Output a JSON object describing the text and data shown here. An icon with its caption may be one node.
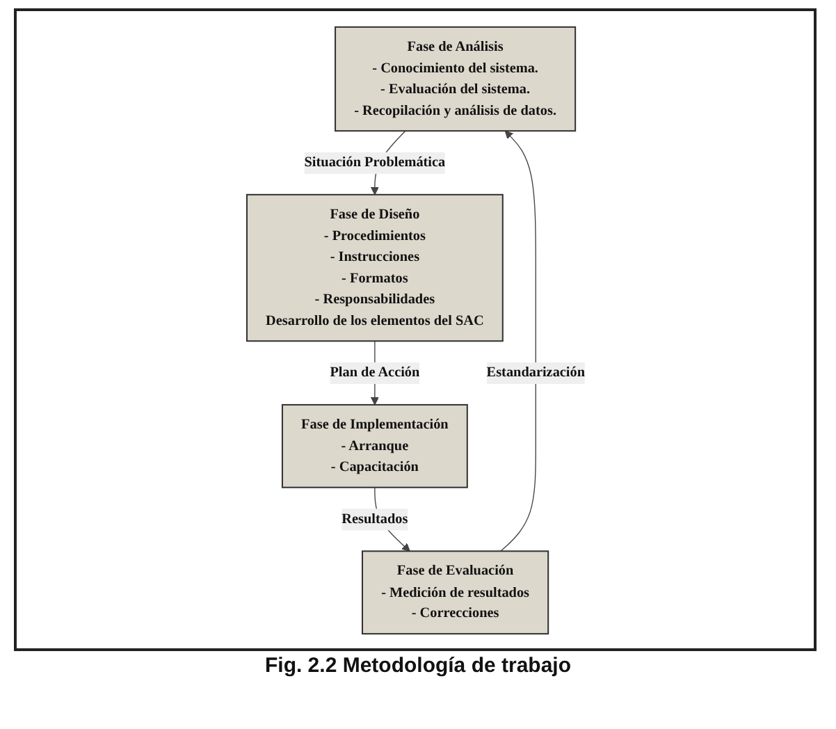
{
  "diagram": {
    "caption": "Fig. 2.2 Metodología de trabajo",
    "nodes": [
      {
        "text": [
          "Fase de Análisis",
          "- Conocimiento del sistema.",
          "- Evaluación del sistema.",
          "- Recopilación y análisis de datos."
        ]
      },
      {
        "text": [
          "Fase de Diseño",
          "- Procedimientos",
          "- Instrucciones",
          "- Formatos",
          "- Responsabilidades",
          "Desarrollo de los elementos del SAC"
        ]
      },
      {
        "text": [
          "Fase de Implementación",
          "- Arranque",
          "- Capacitación"
        ]
      },
      {
        "text": [
          "Fase de Evaluación",
          "- Medición de resultados",
          "- Correcciones"
        ]
      }
    ],
    "edges": [
      {
        "from": 0,
        "to": 1,
        "arrow": "to",
        "label": "Situación Problemática"
      },
      {
        "from": 1,
        "to": 2,
        "arrow": "to",
        "label": "Plan de Acción"
      },
      {
        "from": 2,
        "to": 3,
        "arrow": "to",
        "label": "Resultados"
      },
      {
        "from": 3,
        "to": 0,
        "arrow": "to",
        "label": "Estandarización"
      }
    ]
  }
}
